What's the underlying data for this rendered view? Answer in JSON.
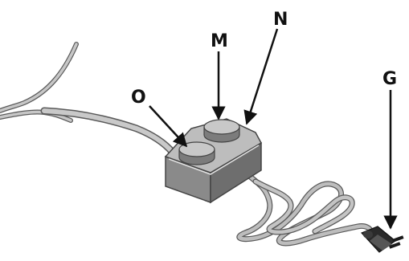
{
  "labels": {
    "m": "M",
    "n": "N",
    "o": "O",
    "g": "G"
  },
  "colors": {
    "pedal_top": "#bdbdbd",
    "pedal_front": "#8a8a8a",
    "pedal_side": "#6e6e6e",
    "cable": "#b5b5b5",
    "cable_edge": "#5a5a5a",
    "arrow": "#111111"
  }
}
